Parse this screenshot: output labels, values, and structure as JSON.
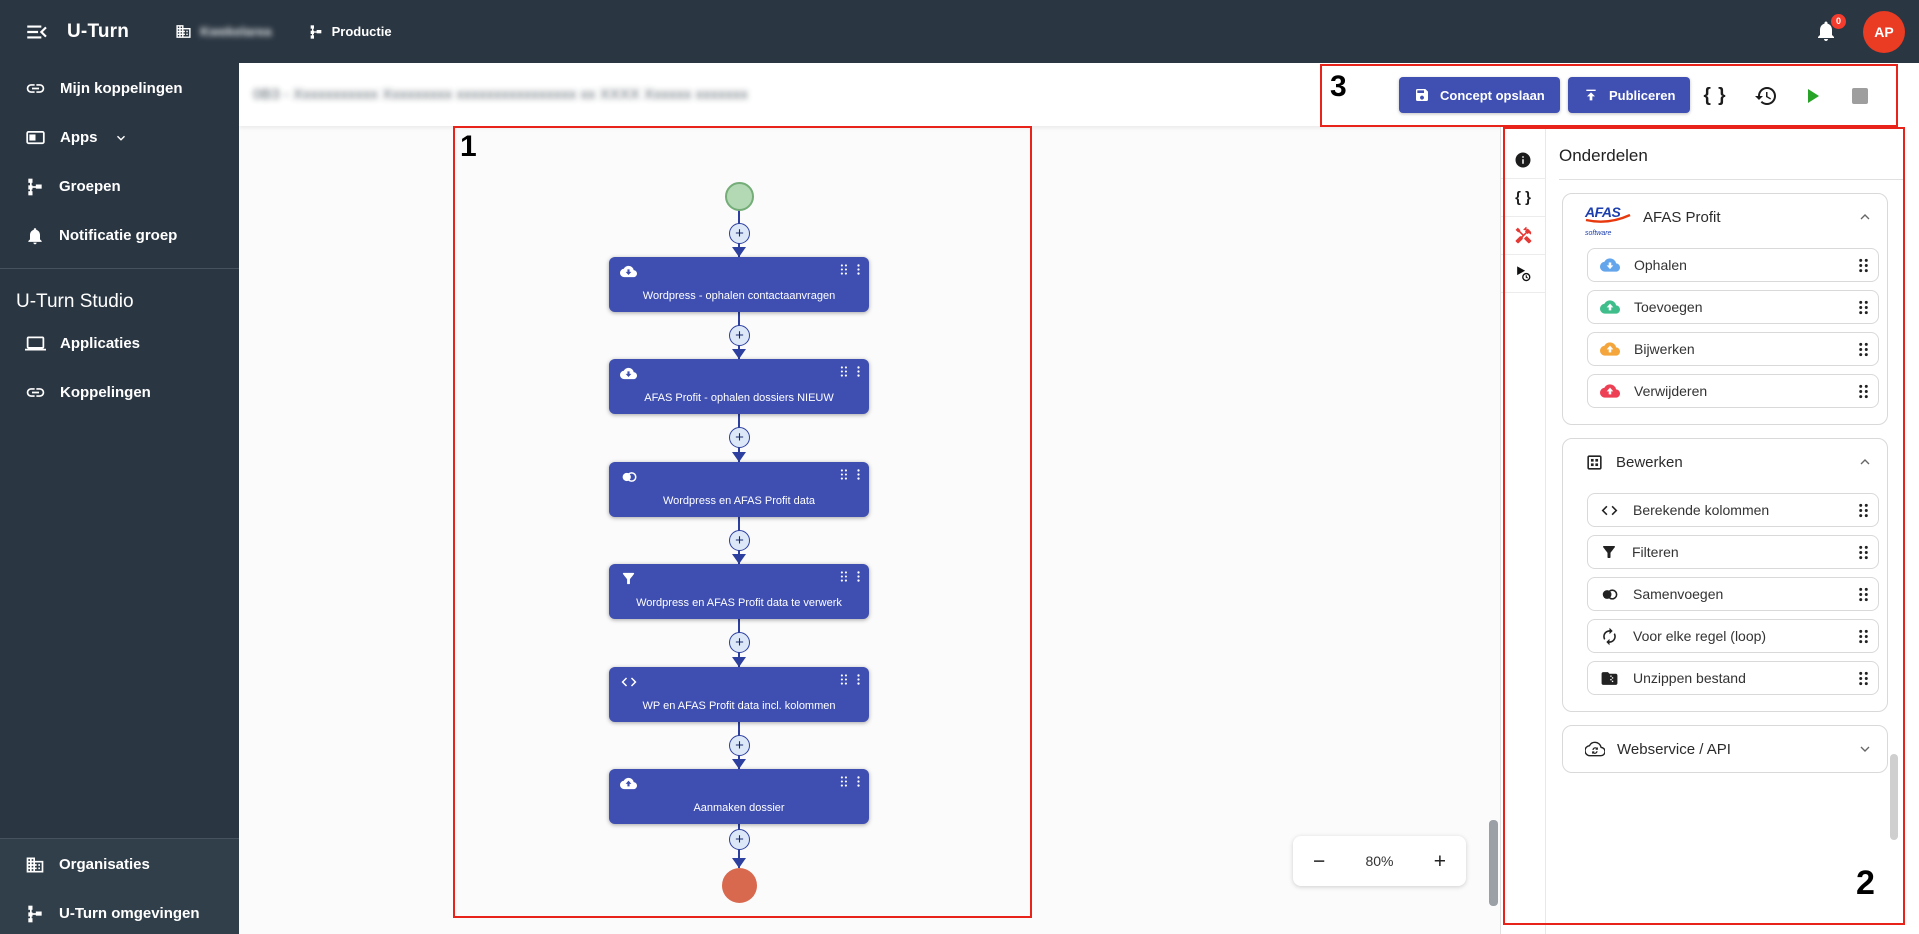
{
  "topbar": {
    "app_title": "U-Turn",
    "organization": {
      "text": "Kwekelarea",
      "blurred": true
    },
    "environment": "Productie",
    "notification_badge": "0",
    "avatar_initials": "AP"
  },
  "sidebar": {
    "items_top": [
      {
        "label": "Mijn koppelingen",
        "icon": "link-icon"
      },
      {
        "label": "Apps",
        "icon": "apps-icon",
        "chevron": "down"
      },
      {
        "label": "Groepen",
        "icon": "hierarchy-icon"
      },
      {
        "label": "Notificatie groep",
        "icon": "bell-icon"
      }
    ],
    "studio_heading": "U-Turn Studio",
    "items_studio": [
      {
        "label": "Applicaties",
        "icon": "laptop-icon"
      },
      {
        "label": "Koppelingen",
        "icon": "link-icon"
      }
    ],
    "items_bottom": [
      {
        "label": "Organisaties",
        "icon": "building-icon"
      },
      {
        "label": "U-Turn omgevingen",
        "icon": "hierarchy-icon"
      }
    ]
  },
  "header": {
    "title": {
      "text": "0B3 - Xxxxxxxxxxx Xxxxxxxxx xxxxxxxxxxxxxxxx xx XXXX Xxxxxx xxxxxxx",
      "blurred": true
    },
    "save_button": "Concept opslaan",
    "publish_button": "Publiceren"
  },
  "canvas": {
    "zoom_control": {
      "minus": "−",
      "level": "80%",
      "plus": "+"
    },
    "nodes": [
      {
        "label": "Wordpress - ophalen contactaanvragen",
        "icon": "cloud-download-icon"
      },
      {
        "label": "AFAS Profit - ophalen dossiers NIEUW",
        "icon": "cloud-download-icon"
      },
      {
        "label": "Wordpress en AFAS Profit data",
        "icon": "merge-icon"
      },
      {
        "label": "Wordpress en AFAS Profit data te verwerk",
        "icon": "filter-icon"
      },
      {
        "label": "WP en AFAS Profit data incl. kolommen",
        "icon": "code-icon"
      },
      {
        "label": "Aanmaken dossier",
        "icon": "cloud-upload-icon"
      }
    ]
  },
  "panel": {
    "title": "Onderdelen",
    "afas_logo": {
      "top": "AFAS",
      "sub": "software"
    },
    "groups": [
      {
        "name": "AFAS Profit",
        "expanded": true,
        "items": [
          {
            "label": "Ophalen",
            "icon": "cloud-download-icon",
            "color": "#64a5ec"
          },
          {
            "label": "Toevoegen",
            "icon": "cloud-upload-icon",
            "color": "#3fbe8b"
          },
          {
            "label": "Bijwerken",
            "icon": "cloud-upload-icon",
            "color": "#f4a63c"
          },
          {
            "label": "Verwijderen",
            "icon": "cloud-upload-icon",
            "color": "#ee4054"
          }
        ]
      },
      {
        "name": "Bewerken",
        "expanded": true,
        "items": [
          {
            "label": "Berekende kolommen",
            "icon": "code-icon"
          },
          {
            "label": "Filteren",
            "icon": "filter-icon"
          },
          {
            "label": "Samenvoegen",
            "icon": "merge-icon"
          },
          {
            "label": "Voor elke regel (loop)",
            "icon": "loop-icon"
          },
          {
            "label": "Unzippen bestand",
            "icon": "unzip-icon"
          }
        ]
      },
      {
        "name": "Webservice / API",
        "expanded": false,
        "items": []
      }
    ]
  },
  "annotations": {
    "box1": "1",
    "box2": "2",
    "box3": "3"
  },
  "colors": {
    "topbar_bg": "#2a3642",
    "sidebar_bottom_bg": "#313f4a",
    "primary": "#3f4fb2",
    "node_bg": "#3e4eb1",
    "annotation_red": "#e8231a",
    "avatar_bg": "#ea3b23",
    "badge_bg": "#f43b2d",
    "start_node_fill": "#b2d9b4",
    "start_node_border": "#74ad77",
    "end_node_fill": "#d9694e",
    "connector": "#2d3f9f",
    "play_green": "#27a327",
    "stop_gray": "#9e9e9e",
    "active_tool": "#e53935"
  }
}
